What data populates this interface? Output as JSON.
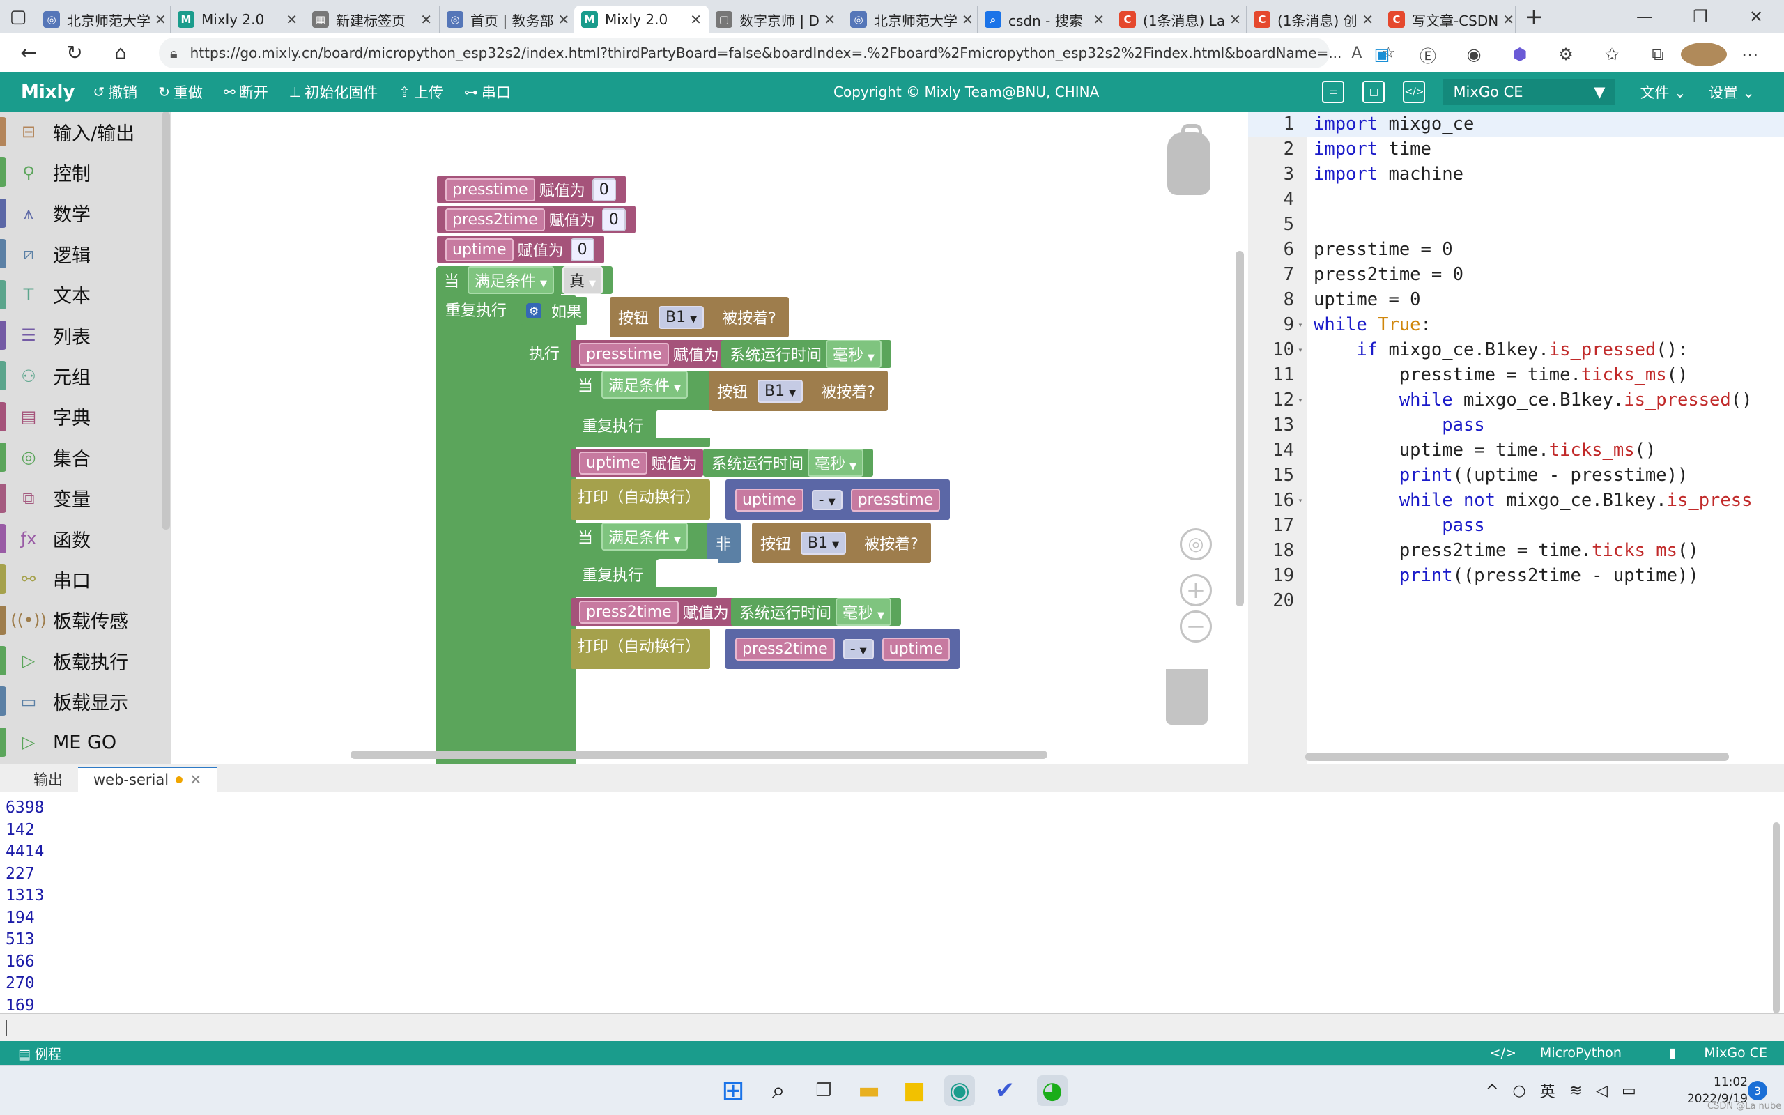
{
  "browser": {
    "tabs": [
      {
        "title": "北京师范大学",
        "favicon_color": "#5576b8",
        "fav_glyph": "◎",
        "active": false
      },
      {
        "title": "Mixly 2.0",
        "favicon_color": "#1a9c8c",
        "fav_glyph": "M",
        "active": false
      },
      {
        "title": "新建标签页",
        "favicon_color": "#777777",
        "fav_glyph": "▦",
        "active": false
      },
      {
        "title": "首页 | 教务部",
        "favicon_color": "#5576b8",
        "fav_glyph": "◎",
        "active": false
      },
      {
        "title": "Mixly 2.0",
        "favicon_color": "#1a9c8c",
        "fav_glyph": "M",
        "active": true
      },
      {
        "title": "数字京师 | D",
        "favicon_color": "#777777",
        "fav_glyph": "▢",
        "active": false
      },
      {
        "title": "北京师范大学",
        "favicon_color": "#5576b8",
        "fav_glyph": "◎",
        "active": false
      },
      {
        "title": "csdn - 搜索",
        "favicon_color": "#1a73e8",
        "fav_glyph": "⌕",
        "active": false
      },
      {
        "title": "(1条消息) La",
        "favicon_color": "#e5482d",
        "fav_glyph": "C",
        "active": false
      },
      {
        "title": "(1条消息) 创",
        "favicon_color": "#e5482d",
        "fav_glyph": "C",
        "active": false
      },
      {
        "title": "写文章-CSDN",
        "favicon_color": "#e5482d",
        "fav_glyph": "C",
        "active": false
      }
    ],
    "url": "https://go.mixly.cn/board/micropython_esp32s2/index.html?thirdPartyBoard=false&boardIndex=.%2Fboard%2Fmicropython_esp32s2%2Findex.html&boardName=..."
  },
  "mixly": {
    "logo": "Mixly",
    "toolbar": {
      "undo": "撤销",
      "redo": "重做",
      "disconnect": "断开",
      "init_firmware": "初始化固件",
      "upload": "上传",
      "serial": "串口"
    },
    "copyright": "Copyright © Mixly Team@BNU, CHINA",
    "board": "MixGo CE",
    "file_menu": "文件",
    "settings_menu": "设置"
  },
  "categories": [
    {
      "label": "输入/输出",
      "color": "#b3855a",
      "icon": "⊟"
    },
    {
      "label": "控制",
      "color": "#5ba55b",
      "icon": "⚲"
    },
    {
      "label": "数学",
      "color": "#5b67a6",
      "icon": "⩚"
    },
    {
      "label": "逻辑",
      "color": "#5b80a5",
      "icon": "⧄"
    },
    {
      "label": "文本",
      "color": "#5ba58c",
      "icon": "T"
    },
    {
      "label": "列表",
      "color": "#745ba5",
      "icon": "☰"
    },
    {
      "label": "元组",
      "color": "#5ba58c",
      "icon": "⚇"
    },
    {
      "label": "字典",
      "color": "#a5537a",
      "icon": "▤"
    },
    {
      "label": "集合",
      "color": "#5ba55b",
      "icon": "◎"
    },
    {
      "label": "变量",
      "color": "#a55b80",
      "icon": "⧉"
    },
    {
      "label": "函数",
      "color": "#995ba5",
      "icon": "ƒx"
    },
    {
      "label": "串口",
      "color": "#a5a14c",
      "icon": "⚯"
    },
    {
      "label": "板载传感",
      "color": "#9e7d4c",
      "icon": "((•))"
    },
    {
      "label": "板载执行",
      "color": "#5ba55b",
      "icon": "▷"
    },
    {
      "label": "板载显示",
      "color": "#5b80a5",
      "icon": "▭"
    },
    {
      "label": "ME GO",
      "color": "#5ba55b",
      "icon": "▷"
    }
  ],
  "blocks": {
    "presstime": "presstime",
    "press2time": "press2time",
    "uptime": "uptime",
    "assign": "赋值为",
    "zero": "0",
    "while_when": "当",
    "condition": "满足条件",
    "true_val": "真",
    "repeat": "重复执行",
    "if": "如果",
    "do": "执行",
    "button": "按钮",
    "b1": "B1",
    "pressed": "被按着?",
    "sys_time": "系统运行时间",
    "ms": "毫秒",
    "print": "打印（自动换行）",
    "minus": "-",
    "not": "非"
  },
  "code": [
    {
      "n": "1",
      "fold": "",
      "tokens": [
        [
          "kw",
          "import"
        ],
        [
          "",
          "&nbsp;mixgo_ce"
        ]
      ]
    },
    {
      "n": "2",
      "fold": "",
      "tokens": [
        [
          "kw",
          "import"
        ],
        [
          "",
          "&nbsp;time"
        ]
      ]
    },
    {
      "n": "3",
      "fold": "",
      "tokens": [
        [
          "kw",
          "import"
        ],
        [
          "",
          "&nbsp;machine"
        ]
      ]
    },
    {
      "n": "4",
      "fold": "",
      "tokens": []
    },
    {
      "n": "5",
      "fold": "",
      "tokens": []
    },
    {
      "n": "6",
      "fold": "",
      "tokens": [
        [
          "",
          "presstime = 0"
        ]
      ]
    },
    {
      "n": "7",
      "fold": "",
      "tokens": [
        [
          "",
          "press2time = 0"
        ]
      ]
    },
    {
      "n": "8",
      "fold": "",
      "tokens": [
        [
          "",
          "uptime = 0"
        ]
      ]
    },
    {
      "n": "9",
      "fold": "▾",
      "tokens": [
        [
          "kw",
          "while"
        ],
        [
          "",
          "&nbsp;"
        ],
        [
          "tr",
          "True"
        ],
        [
          "",
          ":"
        ]
      ]
    },
    {
      "n": "10",
      "fold": "▾",
      "tokens": [
        [
          "",
          "&nbsp;&nbsp;&nbsp;&nbsp;"
        ],
        [
          "kw",
          "if"
        ],
        [
          "",
          "&nbsp;mixgo_ce.B1key."
        ],
        [
          "fn",
          "is_pressed"
        ],
        [
          "",
          "():"
        ]
      ]
    },
    {
      "n": "11",
      "fold": "",
      "tokens": [
        [
          "",
          "&nbsp;&nbsp;&nbsp;&nbsp;&nbsp;&nbsp;&nbsp;&nbsp;presstime = time."
        ],
        [
          "fn",
          "ticks_ms"
        ],
        [
          "",
          "()"
        ]
      ]
    },
    {
      "n": "12",
      "fold": "▾",
      "tokens": [
        [
          "",
          "&nbsp;&nbsp;&nbsp;&nbsp;&nbsp;&nbsp;&nbsp;&nbsp;"
        ],
        [
          "kw",
          "while"
        ],
        [
          "",
          "&nbsp;mixgo_ce.B1key."
        ],
        [
          "fn",
          "is_pressed"
        ],
        [
          "",
          "()"
        ]
      ]
    },
    {
      "n": "13",
      "fold": "",
      "tokens": [
        [
          "",
          "&nbsp;&nbsp;&nbsp;&nbsp;&nbsp;&nbsp;&nbsp;&nbsp;&nbsp;&nbsp;&nbsp;&nbsp;"
        ],
        [
          "kw",
          "pass"
        ]
      ]
    },
    {
      "n": "14",
      "fold": "",
      "tokens": [
        [
          "",
          "&nbsp;&nbsp;&nbsp;&nbsp;&nbsp;&nbsp;&nbsp;&nbsp;uptime = time."
        ],
        [
          "fn",
          "ticks_ms"
        ],
        [
          "",
          "()"
        ]
      ]
    },
    {
      "n": "15",
      "fold": "",
      "tokens": [
        [
          "",
          "&nbsp;&nbsp;&nbsp;&nbsp;&nbsp;&nbsp;&nbsp;&nbsp;"
        ],
        [
          "kw",
          "print"
        ],
        [
          "",
          "((uptime - presstime))"
        ]
      ]
    },
    {
      "n": "16",
      "fold": "▾",
      "tokens": [
        [
          "",
          "&nbsp;&nbsp;&nbsp;&nbsp;&nbsp;&nbsp;&nbsp;&nbsp;"
        ],
        [
          "kw",
          "while not"
        ],
        [
          "",
          "&nbsp;mixgo_ce.B1key."
        ],
        [
          "fn",
          "is_press"
        ]
      ]
    },
    {
      "n": "17",
      "fold": "",
      "tokens": [
        [
          "",
          "&nbsp;&nbsp;&nbsp;&nbsp;&nbsp;&nbsp;&nbsp;&nbsp;&nbsp;&nbsp;&nbsp;&nbsp;"
        ],
        [
          "kw",
          "pass"
        ]
      ]
    },
    {
      "n": "18",
      "fold": "",
      "tokens": [
        [
          "",
          "&nbsp;&nbsp;&nbsp;&nbsp;&nbsp;&nbsp;&nbsp;&nbsp;press2time = time."
        ],
        [
          "fn",
          "ticks_ms"
        ],
        [
          "",
          "()"
        ]
      ]
    },
    {
      "n": "19",
      "fold": "",
      "tokens": [
        [
          "",
          "&nbsp;&nbsp;&nbsp;&nbsp;&nbsp;&nbsp;&nbsp;&nbsp;"
        ],
        [
          "kw",
          "print"
        ],
        [
          "",
          "((press2time - uptime))"
        ]
      ]
    },
    {
      "n": "20",
      "fold": "",
      "tokens": []
    }
  ],
  "panel": {
    "tab_output": "输出",
    "tab_serial": "web-serial",
    "serial_lines": [
      "6398",
      "142",
      "4414",
      "227",
      "1313",
      "194",
      "513",
      "166",
      "270",
      "169"
    ]
  },
  "statusbar": {
    "examples": "例程",
    "language": "MicroPython",
    "board": "MixGo CE"
  },
  "taskbar": {
    "ime": "英",
    "time": "11:02",
    "date": "2022/9/19",
    "notifications": "3"
  },
  "watermark": "CSDN @La nube"
}
